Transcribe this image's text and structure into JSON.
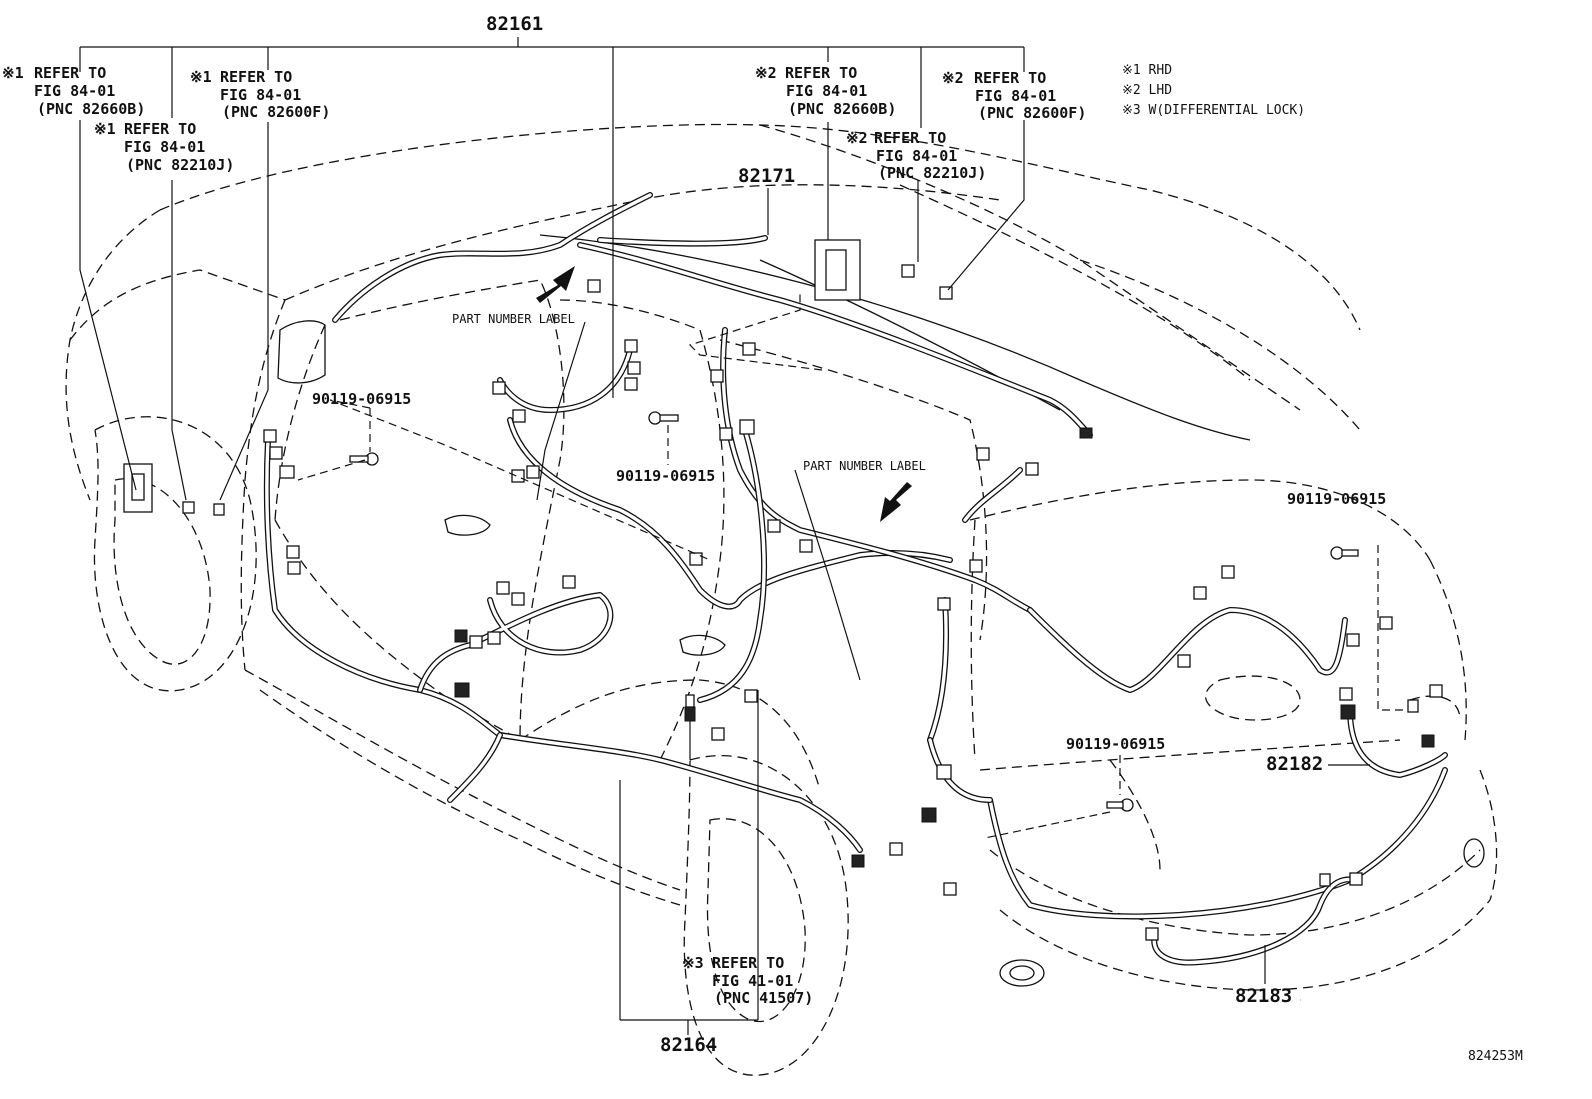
{
  "diagram": {
    "main_part": "82161",
    "legend": {
      "rhd": "※1 RHD",
      "lhd": "※2 LHD",
      "w": "※3 W(DIFFERENTIAL LOCK)"
    },
    "refs": {
      "r1": [
        "※1",
        "REFER TO",
        "FIG 84-01",
        "(PNC 82660B)"
      ],
      "r2": [
        "※1",
        "REFER TO",
        "FIG 84-01",
        "(PNC 82600F)"
      ],
      "r3": [
        "※1",
        "REFER TO",
        "FIG 84-01",
        "(PNC 82210J)"
      ],
      "r4": [
        "※2",
        "REFER TO",
        "FIG 84-01",
        "(PNC 82660B)"
      ],
      "r5": [
        "※2",
        "REFER TO",
        "FIG 84-01",
        "(PNC 82210J)"
      ],
      "r6": [
        "※2",
        "REFER TO",
        "FIG 84-01",
        "(PNC 82600F)"
      ],
      "r7": [
        "※3",
        "REFER TO",
        "FIG 41-01",
        "(PNC 41507)"
      ]
    },
    "parts": {
      "p82171": "82171",
      "p82182": "82182",
      "p82183": "82183",
      "p82164": "82164"
    },
    "bolts": {
      "b1": "90119-06915",
      "b2": "90119-06915",
      "b3": "90119-06915",
      "b4": "90119-06915"
    },
    "labels": {
      "part_number_label_1": "PART NUMBER LABEL",
      "part_number_label_2": "PART NUMBER LABEL"
    },
    "figure_id": "824253M"
  }
}
